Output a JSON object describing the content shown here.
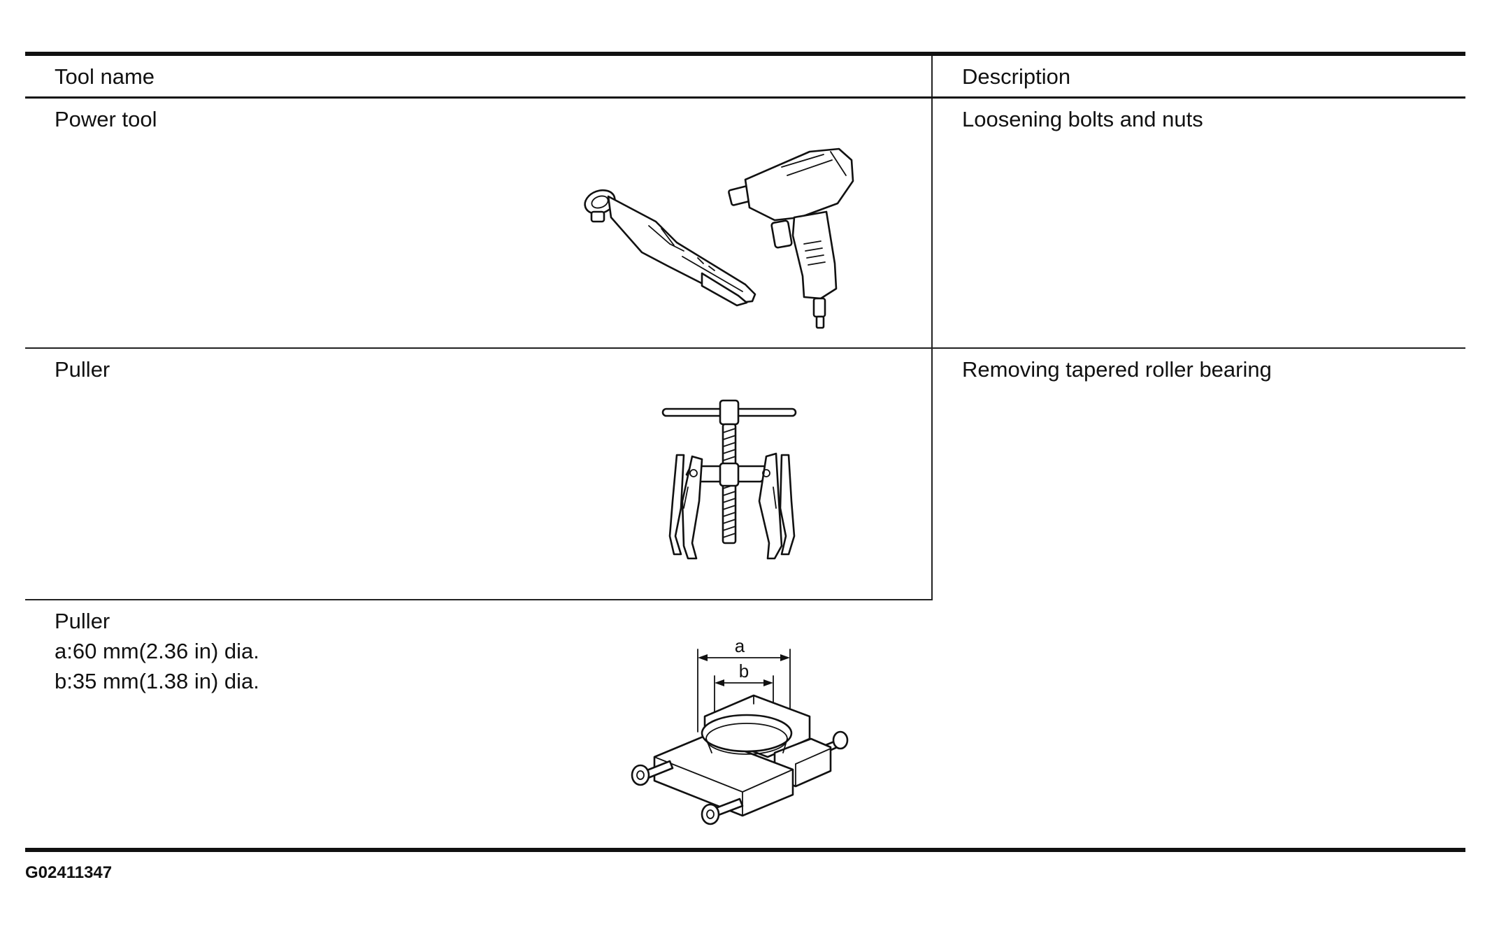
{
  "table": {
    "headers": {
      "tool_name": "Tool name",
      "description": "Description"
    },
    "rows": [
      {
        "name_lines": [
          "Power tool"
        ],
        "description": "Loosening bolts and nuts",
        "illustration": "power-tool-illustration"
      },
      {
        "name_lines": [
          "Puller"
        ],
        "description": "Removing tapered roller bearing",
        "illustration": "puller-illustration"
      },
      {
        "name_lines": [
          "Puller",
          "a:60 mm(2.36 in) dia.",
          "b:35 mm(1.38 in) dia."
        ],
        "description": "",
        "illustration": "bearing-puller-illustration",
        "dimension_labels": {
          "a": "a",
          "b": "b"
        }
      }
    ]
  },
  "footer": {
    "code": "G02411347"
  }
}
